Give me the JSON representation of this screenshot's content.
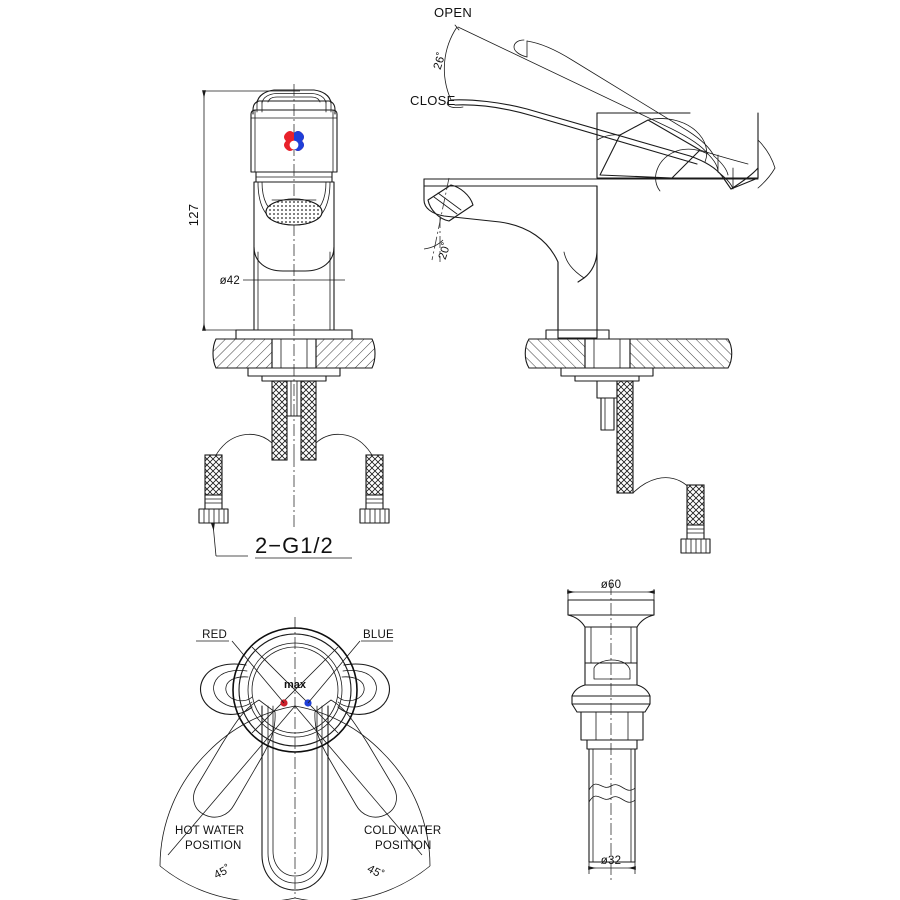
{
  "drawing": {
    "title": "Single lever basin mixer faucet – technical dimension drawing",
    "background_color": "#ffffff",
    "line_color": "#1a1a1a"
  },
  "views": {
    "front": {
      "name": "front-elevation-view",
      "dimensions": {
        "height_label": "127",
        "diameter_label": "ø42"
      },
      "indicator": {
        "name": "hot-cold-indicator",
        "hot_color": "#e8212b",
        "cold_color": "#1f3fd8"
      },
      "hose_label": "2−G1/2"
    },
    "side": {
      "name": "side-elevation-view",
      "labels": {
        "open": "OPEN",
        "close": "CLOSE",
        "lever_angle": "26˚",
        "spout_angle": "20˚"
      }
    },
    "plan": {
      "name": "top-plan-view",
      "labels": {
        "red": "RED",
        "blue": "BLUE",
        "cap_text": "max",
        "hot_line1": "HOT WATER",
        "hot_line2": "POSITION",
        "cold_line1": "COLD WATER",
        "cold_line2": "POSITION",
        "angle_left": "45˚",
        "angle_right": "45˚"
      },
      "marker_colors": {
        "red": "#cc1f2a",
        "blue": "#1f3fd8"
      }
    },
    "drain": {
      "name": "pop-up-drain-view",
      "dimensions": {
        "top_diameter": "ø60",
        "bottom_diameter": "ø32"
      }
    }
  }
}
